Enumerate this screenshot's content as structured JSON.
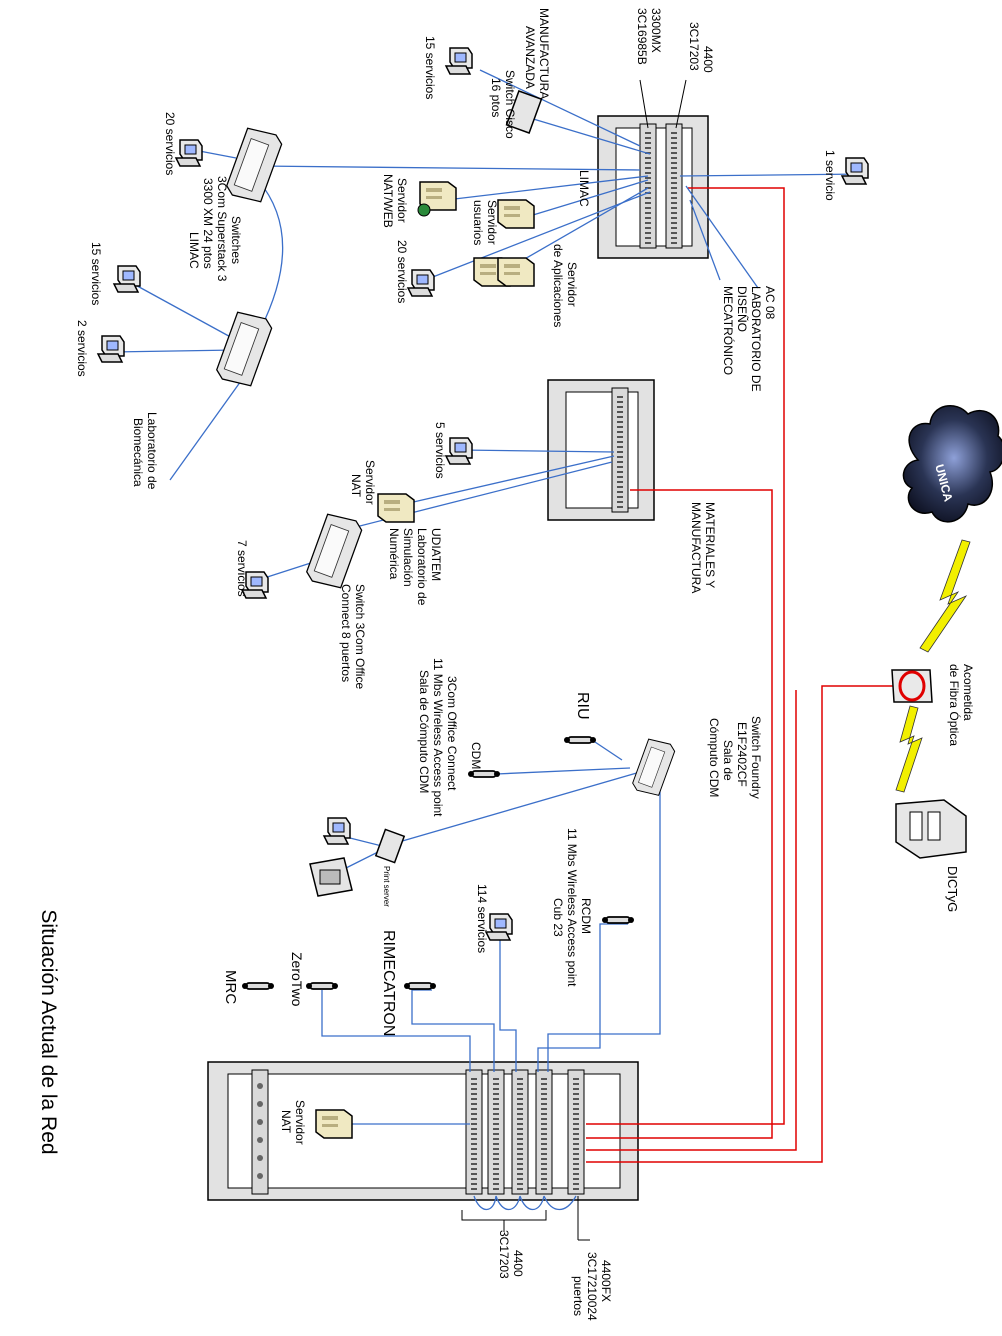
{
  "title": "Situación Actual de la Red",
  "cloud_label": "UNICA",
  "labels": {
    "fiber": [
      "Acometida",
      "de Fibra Óptica"
    ],
    "dictyg": "DICTyG",
    "sw4400_top": [
      "4400",
      "3C17203"
    ],
    "sw3300_top": [
      "3300MX",
      "3C16985B"
    ],
    "manuf_avanzada": [
      "MANUFACTURA",
      "AVANZADA"
    ],
    "cisco": [
      "Switch Cisco",
      "16 ptos"
    ],
    "limac_top": "LIMAC",
    "serv_aplicaciones": [
      "Servidor",
      "de Aplicaciones"
    ],
    "serv_usuarios": [
      "Servidor",
      "usuarios"
    ],
    "serv_natweb": [
      "Servidor",
      "NAT/WEB"
    ],
    "s20_limac": "20 servicios",
    "s1": "1 servicio",
    "ac08": [
      "AC 08",
      "LABORATORIO DE",
      "DISEÑO",
      "MECATRÓNICO"
    ],
    "s15_top": "15 servicios",
    "s20_left": "20 servicios",
    "switches_3com": [
      "Switches",
      "3Com Superstack 3",
      "3300 XM 24 ptos",
      "LIMAC"
    ],
    "s15_left": "15 servicios",
    "s2": "2 servicios",
    "biomecanica": [
      "Laboratorio de",
      "Biomecánica"
    ],
    "materiales": [
      "MATERIALES Y",
      "MANUFACTURA"
    ],
    "s5": "5 servicios",
    "serv_nat_mid": [
      "Servidor",
      "NAT"
    ],
    "udiatem": [
      "UDIATEM",
      "Laboratorio de",
      "Simulación",
      "Numérica"
    ],
    "s7": "7 servicios",
    "switch_office8": [
      "Switch 3Com Office",
      "Connect 8 puertos"
    ],
    "foundry": [
      "Switch Foundry",
      "E1F2402CF",
      "Sala de",
      "Cómputo CDM"
    ],
    "riu": "RIU",
    "cdm": "CDM",
    "wireless_cdm": [
      "3Com Office Connect",
      "11 Mbs Wireless Access point",
      "Sala de Cómputo CDM"
    ],
    "print_server": "Print server",
    "rcdm": [
      "RCDM",
      "11 Mbs Wireless Access point",
      "Cub 23"
    ],
    "s114": [
      "114  servicios"
    ],
    "rimecatron": "RIMECATRON",
    "zerotwo": "ZeroTwo",
    "mrc": "MRC",
    "serv_nat_bottom": [
      "Servidor",
      "NAT"
    ],
    "sw4400_bottom": [
      "4400",
      "3C17203"
    ],
    "sw4400fx": [
      "4400FX",
      "3C17210024",
      "puertos"
    ]
  },
  "colors": {
    "ethernet": "#3b6fc9",
    "fiber": "#e00000",
    "wireless": "#f2ef00",
    "rack": "#e2e2e2",
    "device": "#ece6c8"
  }
}
